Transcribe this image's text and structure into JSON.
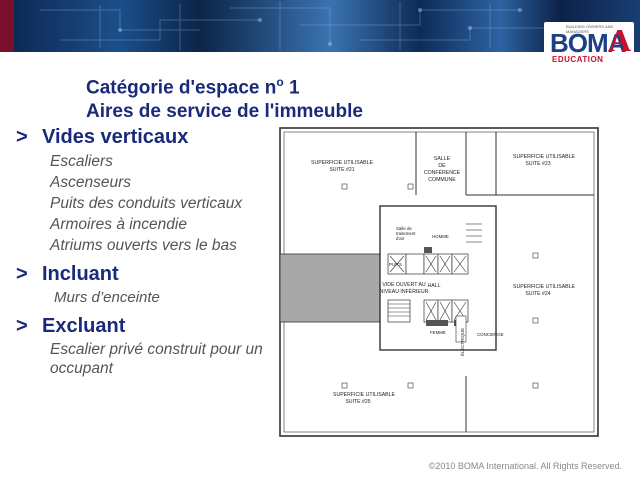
{
  "header": {
    "logo_text": "BOMA",
    "logo_sub": "EDUCATION",
    "logo_tag": "BUILDING OWNERS AND MANAGERS"
  },
  "title": {
    "line1_prefix": "Catégorie d'espace n",
    "line1_sup": "o",
    "line1_suffix": " 1",
    "line2": "Aires de service de l'immeuble"
  },
  "sections": [
    {
      "marker": ">",
      "heading": "Vides verticaux",
      "items": [
        "Escaliers",
        "Ascenseurs",
        "Puits des conduits verticaux",
        "Armoires à incendie",
        "Atriums ouverts vers le bas"
      ]
    },
    {
      "marker": ">",
      "heading": "Incluant",
      "items": [
        "Murs d’enceinte"
      ]
    },
    {
      "marker": ">",
      "heading": "Excluant",
      "items": [
        "Escalier privé construit pour un",
        "occupant"
      ]
    }
  ],
  "plan": {
    "suite21": [
      "SUPERFICIE UTILISABLE",
      "SUITE #21"
    ],
    "salle": [
      "SALLE",
      "DE",
      "CONFÉRENCE",
      "COMMUNE"
    ],
    "suite23": [
      "SUPERFICIE UTILISABLE",
      "SUITE #23"
    ],
    "salle_air": [
      "Salle de",
      "traitement",
      "d'air"
    ],
    "homme": "HOMME",
    "puits": "PUITS",
    "vide": [
      "VIDE OUVERT AU",
      "NIVEAU INFÉRIEUR"
    ],
    "hall": "HALL",
    "suite24": [
      "SUPERFICIE UTILISABLE",
      "SUITE #24"
    ],
    "femme": "FEMME",
    "electrique": "ÉLECTRIQUE",
    "concierge": "CONCIERGE",
    "suite25": [
      "SUPERFICIE UTILISABLE",
      "SUITE #25"
    ]
  },
  "footer": {
    "copyright": "©2010 BOMA International. All Rights Reserved."
  }
}
